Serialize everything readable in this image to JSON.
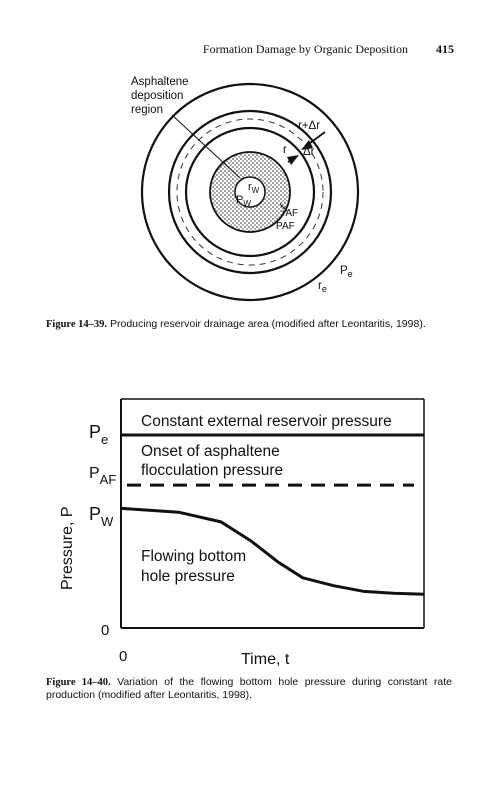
{
  "header": {
    "running_head": "Formation Damage by Organic Deposition",
    "page_number": "415"
  },
  "figure1": {
    "labels": {
      "deposition_line1": "Asphaltene",
      "deposition_line2": "deposition",
      "deposition_line3": "region",
      "r_plus_dr": "r+Δr",
      "r": "r",
      "dr": "Δr",
      "pw": "P",
      "pw_sub": "W",
      "rw": "r",
      "rw_sub": "W",
      "r_af": "r",
      "r_af_sub": "AF",
      "p_af": "P",
      "p_af_sub": "AF",
      "pe": "P",
      "pe_sub": "e",
      "re": "r",
      "re_sub": "e"
    },
    "caption_label": "Figure 14–39.",
    "caption_text": " Producing reservoir drainage area (modified after Leontaritis, 1998)."
  },
  "figure2": {
    "ylabel": "Pressure, P",
    "xlabel": "Time, t",
    "x_zero": "0",
    "y_zero": "0",
    "tick_pe": "P",
    "tick_pe_sub": "e",
    "tick_paf": "P",
    "tick_paf_sub": "AF",
    "tick_pw": "P",
    "tick_pw_sub": "W",
    "label_constant": "Constant external reservoir pressure",
    "label_onset_line1": "Onset of asphaltene",
    "label_onset_line2": "flocculation pressure",
    "label_flowing_line1": "Flowing bottom",
    "label_flowing_line2": "hole pressure",
    "caption_label": "Figure 14–40.",
    "caption_text": " Variation of the flowing bottom hole pressure during constant rate production (modified after Leontaritis, 1998)."
  },
  "chart_data": {
    "type": "line",
    "xlabel": "Time, t",
    "ylabel": "Pressure, P",
    "series": [
      {
        "name": "Constant external reservoir pressure",
        "style": "solid",
        "x": [
          0,
          1
        ],
        "y": [
          1.0,
          1.0
        ]
      },
      {
        "name": "Onset of asphaltene flocculation pressure",
        "style": "dashed",
        "x": [
          0,
          1
        ],
        "y": [
          0.74,
          0.74
        ]
      },
      {
        "name": "Flowing bottom hole pressure",
        "style": "solid",
        "x": [
          0,
          0.19,
          0.33,
          0.43,
          0.52,
          0.6,
          0.7,
          0.8,
          0.9,
          1.0
        ],
        "y": [
          0.62,
          0.6,
          0.55,
          0.45,
          0.34,
          0.26,
          0.22,
          0.19,
          0.18,
          0.175
        ]
      }
    ],
    "grid": false
  }
}
